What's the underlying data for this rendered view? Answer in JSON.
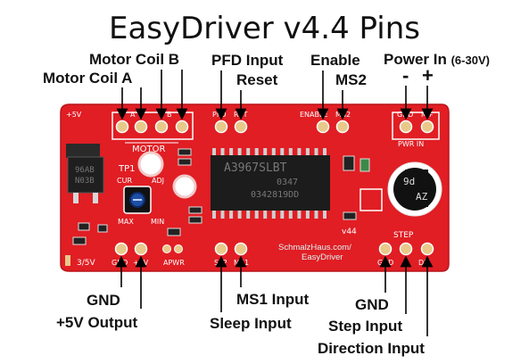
{
  "title": "EasyDriver v4.4 Pins",
  "labels": {
    "motor_coil_a": "Motor Coil A",
    "motor_coil_b": "Motor Coil B",
    "pfd_input": "PFD Input",
    "reset": "Reset",
    "enable": "Enable",
    "ms2": "MS2",
    "power_in": "Power In",
    "power_range": "(6-30V)",
    "minus": "-",
    "plus": "+",
    "gnd_left": "GND",
    "plus5v_output": "+5V Output",
    "ms1_input": "MS1 Input",
    "sleep_input": "Sleep Input",
    "gnd_right": "GND",
    "step_input": "Step Input",
    "direction_input": "Direction Input"
  },
  "silkscreen": {
    "plus5v_top": "+5V",
    "a": "A",
    "b": "B",
    "pfd": "PFD",
    "rst": "RST",
    "enable": "ENABLE",
    "ms2": "MS2",
    "gnd_top": "GND",
    "m_plus": "M+",
    "motor": "MOTOR",
    "pwr_in": "PWR IN",
    "tp1": "TP1",
    "cur": "CUR",
    "adj": "ADJ",
    "max": "MAX",
    "min": "MIN",
    "v44": "v44",
    "step": "STEP",
    "brand_1": "SchmalzHaus.com/",
    "brand_2": "EasyDriver",
    "gnd_bot": "GND",
    "plus5v_bot": "+5V",
    "apwr": "APWR",
    "slp": "SLP",
    "ms1": "MS1",
    "gnd_br": "GND",
    "dir": "DIR",
    "jumper_35v": "3/5V"
  },
  "chip": {
    "line1": "A3967SLBT",
    "line2": "0347",
    "line3": "0342819DD"
  },
  "regulator": {
    "line1": "96AB",
    "line2": "N03B"
  },
  "capacitor": {
    "line1": "9d",
    "line2": "AZ"
  },
  "colors": {
    "board": "#e01e24",
    "silk": "#ffffff",
    "pad": "#e8c98a",
    "chip": "#1c1c1c",
    "arrow": "#000000"
  }
}
